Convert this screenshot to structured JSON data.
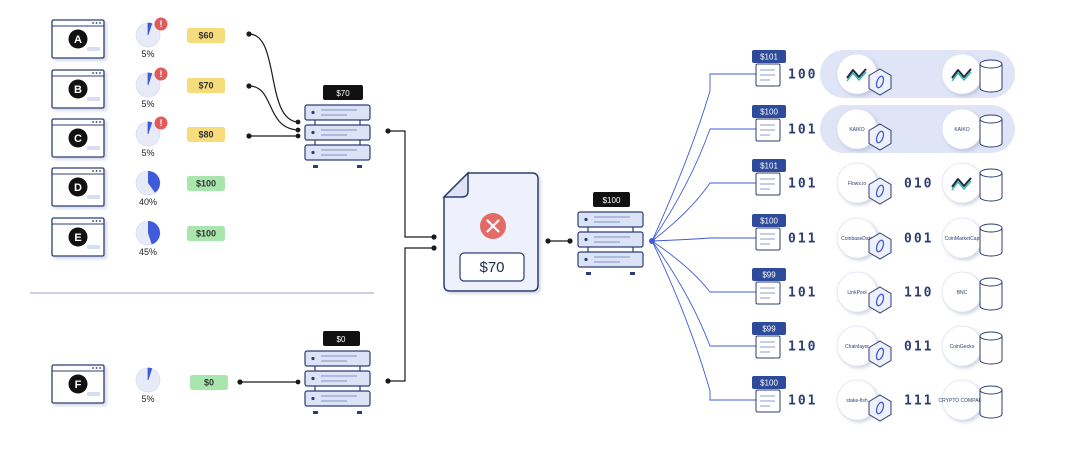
{
  "nodes": [
    {
      "letter": "A",
      "percent": "5%",
      "pct_value": 5,
      "price": "$60",
      "color": "#f6dc7b",
      "alert": true
    },
    {
      "letter": "B",
      "percent": "5%",
      "pct_value": 5,
      "price": "$70",
      "color": "#f6dc7b",
      "alert": true
    },
    {
      "letter": "C",
      "percent": "5%",
      "pct_value": 5,
      "price": "$80",
      "color": "#f6dc7b",
      "alert": true
    },
    {
      "letter": "D",
      "percent": "40%",
      "pct_value": 40,
      "price": "$100",
      "color": "#a8e6ad",
      "alert": false
    },
    {
      "letter": "E",
      "percent": "45%",
      "pct_value": 45,
      "price": "$100",
      "color": "#a8e6ad",
      "alert": false
    }
  ],
  "node_f": {
    "letter": "F",
    "percent": "5%",
    "pct_value": 5,
    "price": "$0",
    "color": "#a8e6ad",
    "alert": false
  },
  "alert_glyph": "!",
  "aggregator_top": {
    "label": "$70"
  },
  "aggregator_bottom": {
    "label": "$0"
  },
  "invalid_report": {
    "value": "$70"
  },
  "final_server": {
    "label": "$100"
  },
  "sources": [
    {
      "price": "$101",
      "bits_left": "100",
      "bits_right": "",
      "logo_left": "",
      "logo_right": "",
      "highlight": true
    },
    {
      "price": "$100",
      "bits_left": "101",
      "bits_right": "",
      "logo_left": "KAIKO",
      "logo_right": "KAIKO",
      "highlight": true
    },
    {
      "price": "$101",
      "bits_left": "101",
      "bits_right": "010",
      "logo_left": "Flows.io",
      "logo_right": "",
      "highlight": false
    },
    {
      "price": "$100",
      "bits_left": "011",
      "bits_right": "001",
      "logo_left": "CoinbaseData",
      "logo_right": "CoinMarketCap",
      "highlight": false
    },
    {
      "price": "$99",
      "bits_left": "101",
      "bits_right": "110",
      "logo_left": "LinkPool",
      "logo_right": "BNC",
      "highlight": false
    },
    {
      "price": "$99",
      "bits_left": "110",
      "bits_right": "011",
      "logo_left": "Chainlayer",
      "logo_right": "CoinGecko",
      "highlight": false
    },
    {
      "price": "$100",
      "bits_left": "101",
      "bits_right": "111",
      "logo_left": "stake-fish",
      "logo_right": "CRYPTO COMPARE",
      "highlight": false
    }
  ],
  "colors": {
    "accent": "#3f5bd9",
    "navy": "#2c3e73",
    "outline": "#33415f",
    "tag": "#2d4a9b"
  }
}
